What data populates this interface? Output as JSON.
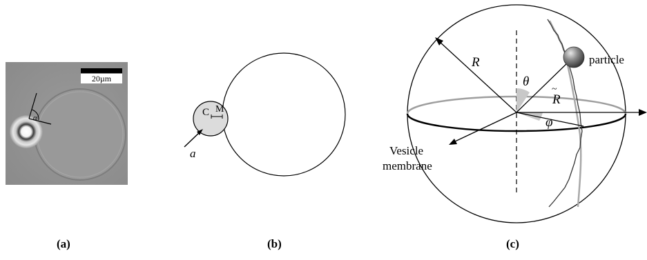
{
  "panel_a": {
    "scale_bar_label": "20µm",
    "angle_label": "α",
    "caption": "(a)"
  },
  "panel_b": {
    "label_c": "C",
    "label_m": "M",
    "label_a": "a",
    "caption": "(b)"
  },
  "panel_c": {
    "label_R": "R",
    "label_theta": "θ",
    "label_Rtilde": "R",
    "label_phi": "φ",
    "label_particle": "particle",
    "label_vesicle_line1": "Vesicle",
    "label_vesicle_line2": "membrane",
    "caption": "(c)"
  }
}
